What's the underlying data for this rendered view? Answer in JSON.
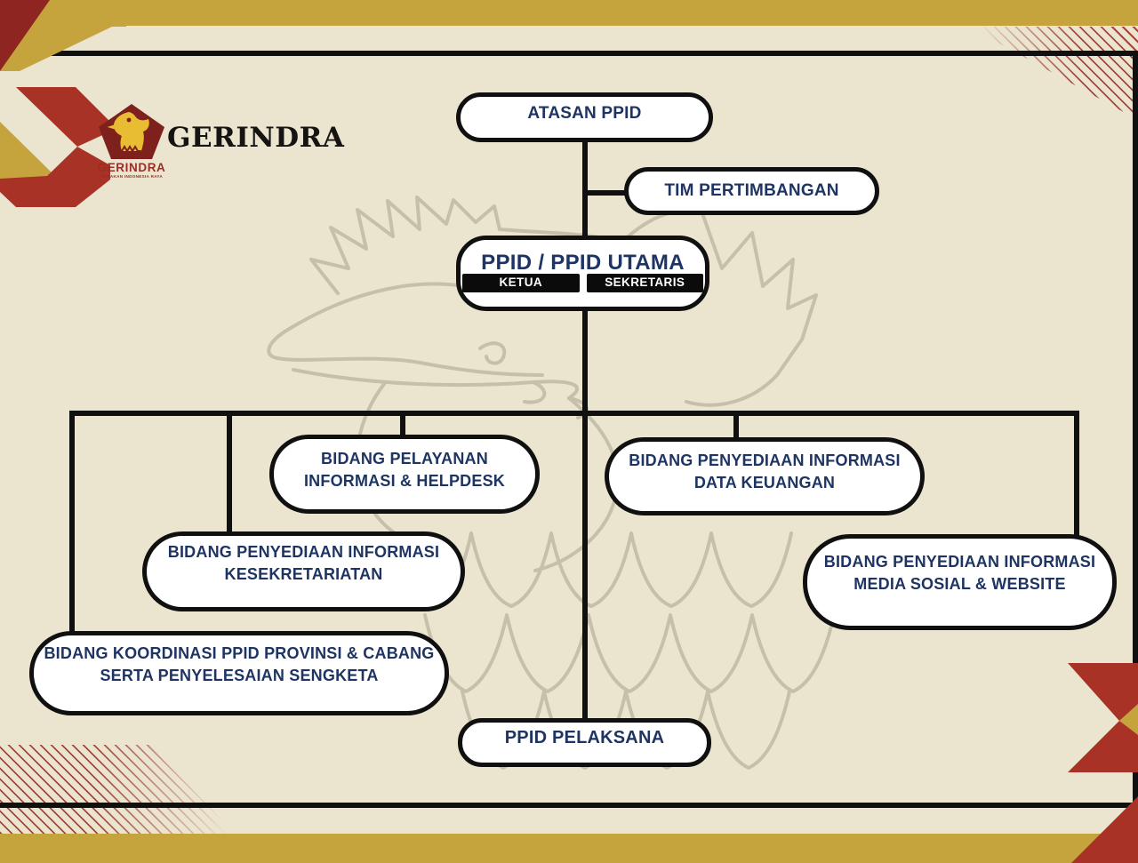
{
  "brand": {
    "wordmark": "GERINDRA",
    "logo_text": "GERINDRA",
    "logo_tagline": "GERAKAN INDONESIA RAYA"
  },
  "chart": {
    "atasan": "ATASAN PPID",
    "tim": "TIM PERTIMBANGAN",
    "utama": {
      "title": "PPID / PPID UTAMA",
      "ketua": "KETUA",
      "sekretaris": "SEKRETARIS"
    },
    "bidang": {
      "helpdesk": {
        "line1": "BIDANG PELAYANAN",
        "line2": "INFORMASI & HELPDESK"
      },
      "keuangan": {
        "line1": "BIDANG PENYEDIAAN INFORMASI",
        "line2": "DATA KEUANGAN"
      },
      "kesekretariatan": {
        "line1": "BIDANG PENYEDIAAN INFORMASI",
        "line2": "KESEKRETARIATAN"
      },
      "medsos": {
        "line1": "BIDANG PENYEDIAAN INFORMASI",
        "line2": "MEDIA SOSIAL & WEBSITE"
      },
      "koordinasi": {
        "line1": "BIDANG KOORDINASI PPID PROVINSI & CABANG",
        "line2": "SERTA PENYELESAIAN SENGKETA"
      }
    },
    "pelaksana": "PPID PELAKSANA"
  },
  "colors": {
    "background": "#EBE5D0",
    "gold": "#C5A43D",
    "maroon_dark": "#8E2521",
    "red_accent": "#A93226",
    "navy_text": "#1E3462",
    "line_black": "#101010",
    "node_fill": "#FFFFFF",
    "watermark_gray": "#A39D86"
  }
}
